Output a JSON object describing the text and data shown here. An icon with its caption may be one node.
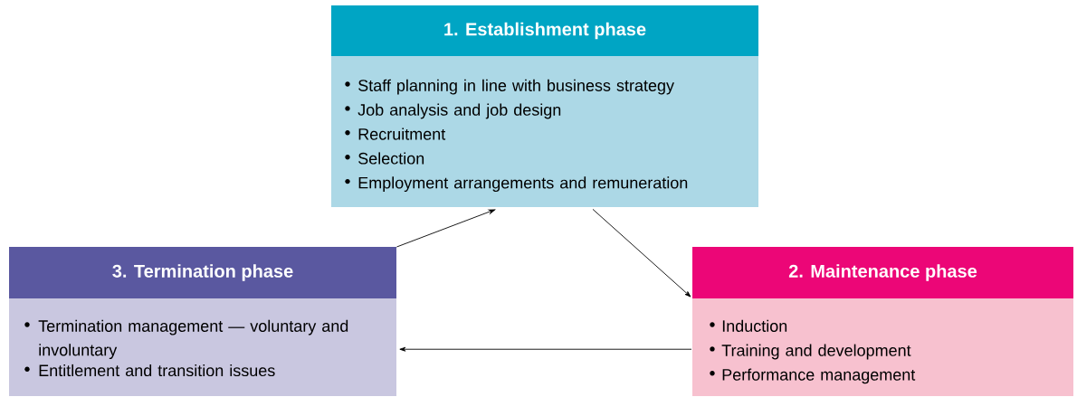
{
  "diagram": {
    "nodes": [
      {
        "text": [
          "1. Establishment phase",
          "Staff planning in line with business strategy",
          "Job analysis and job design",
          "Recruitment",
          "Selection",
          "Employment arrangements and remuneration"
        ]
      },
      {
        "text": [
          "2. Maintenance phase",
          "Induction",
          "Training and development",
          "Performance management"
        ]
      },
      {
        "text": [
          "3. Termination phase",
          "Termination management — voluntary and involuntary",
          "Entitlement and transition issues"
        ]
      }
    ],
    "edges": [
      {
        "from": 2,
        "to": 0,
        "arrow": "to"
      },
      {
        "from": 0,
        "to": 1,
        "arrow": "to"
      },
      {
        "from": 1,
        "to": 2,
        "arrow": "to"
      }
    ]
  }
}
